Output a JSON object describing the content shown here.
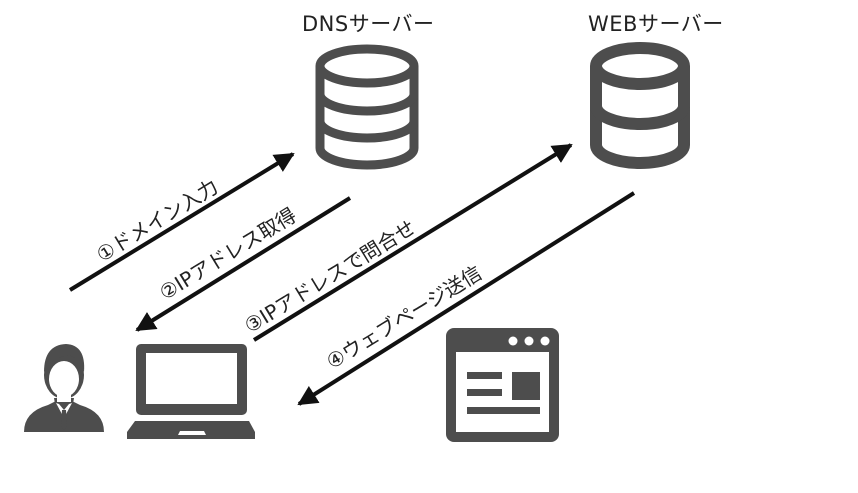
{
  "nodes": {
    "dns_server": {
      "label": "DNSサーバー"
    },
    "web_server": {
      "label": "WEBサーバー"
    },
    "user": {
      "label": ""
    },
    "pc": {
      "label": ""
    },
    "webpage": {
      "label": ""
    }
  },
  "steps": [
    {
      "label": "①ドメイン入力",
      "direction": "pc-to-dns"
    },
    {
      "label": "②IPアドレス取得",
      "direction": "dns-to-pc"
    },
    {
      "label": "③IPアドレスで問合せ",
      "direction": "pc-to-web"
    },
    {
      "label": "④ウェブページ送信",
      "direction": "web-to-pc"
    }
  ],
  "colors": {
    "icon": "#4d4d4d",
    "arrow": "#111111",
    "text": "#222222"
  }
}
